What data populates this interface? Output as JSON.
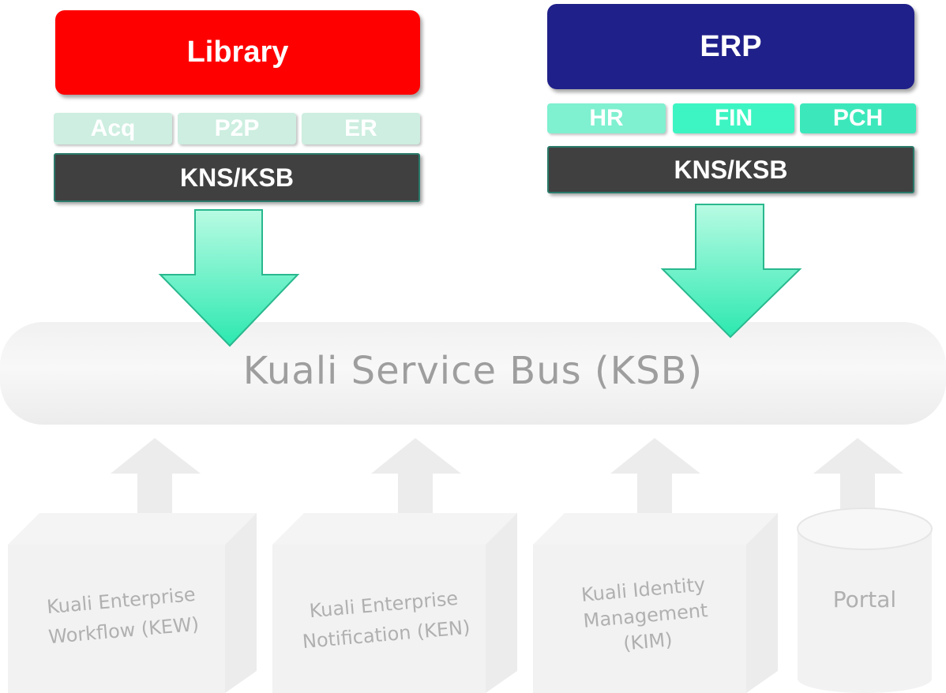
{
  "library": {
    "title": "Library",
    "modules": [
      "Acq",
      "P2P",
      "ER"
    ],
    "framework": "KNS/KSB",
    "color": "#ff0000"
  },
  "erp": {
    "title": "ERP",
    "modules": [
      "HR",
      "FIN",
      "PCH"
    ],
    "framework": "KNS/KSB",
    "color": "#20208a"
  },
  "bus": {
    "label": "Kuali Service Bus (KSB)"
  },
  "components": [
    {
      "lines": [
        "Kuali Enterprise",
        "Workflow (KEW)"
      ]
    },
    {
      "lines": [
        "Kuali Enterprise",
        "Notification (KEN)"
      ]
    },
    {
      "lines": [
        "Kuali Identity",
        "Management",
        "(KIM)"
      ]
    },
    {
      "lines": [
        "Portal"
      ]
    }
  ]
}
